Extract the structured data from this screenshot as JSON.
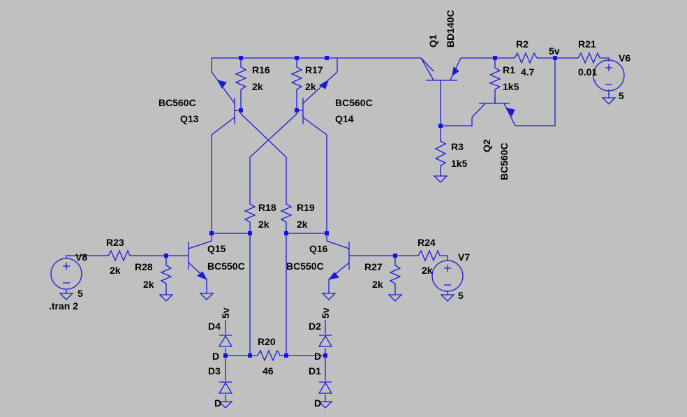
{
  "schematic": {
    "supply_net": "5v",
    "directive": ".tran 2",
    "components": {
      "Q1": {
        "ref": "Q1",
        "model": "BD140C"
      },
      "Q2": {
        "ref": "Q2",
        "model": "BC560C"
      },
      "Q13": {
        "ref": "Q13",
        "model": "BC560C"
      },
      "Q14": {
        "ref": "Q14",
        "model": "BC560C"
      },
      "Q15": {
        "ref": "Q15",
        "model": "BC550C"
      },
      "Q16": {
        "ref": "Q16",
        "model": "BC550C"
      },
      "R1": {
        "ref": "R1",
        "value": "1k5"
      },
      "R2": {
        "ref": "R2",
        "value": "4.7"
      },
      "R3": {
        "ref": "R3",
        "value": "1k5"
      },
      "R16": {
        "ref": "R16",
        "value": "2k"
      },
      "R17": {
        "ref": "R17",
        "value": "2k"
      },
      "R18": {
        "ref": "R18",
        "value": "2k"
      },
      "R19": {
        "ref": "R19",
        "value": "2k"
      },
      "R20": {
        "ref": "R20",
        "value": "46"
      },
      "R21": {
        "ref": "R21",
        "value": "0.01"
      },
      "R23": {
        "ref": "R23",
        "value": "2k"
      },
      "R24": {
        "ref": "R24",
        "value": "2k"
      },
      "R27": {
        "ref": "R27",
        "value": "2k"
      },
      "R28": {
        "ref": "R28",
        "value": "2k"
      },
      "V6": {
        "ref": "V6",
        "value": "5"
      },
      "V7": {
        "ref": "V7",
        "value": "5"
      },
      "V8": {
        "ref": "V8",
        "value": "5"
      },
      "D1": {
        "ref": "D1",
        "model": "D"
      },
      "D2": {
        "ref": "D2",
        "model": "D"
      },
      "D3": {
        "ref": "D3",
        "model": "D"
      },
      "D4": {
        "ref": "D4",
        "model": "D"
      }
    }
  }
}
